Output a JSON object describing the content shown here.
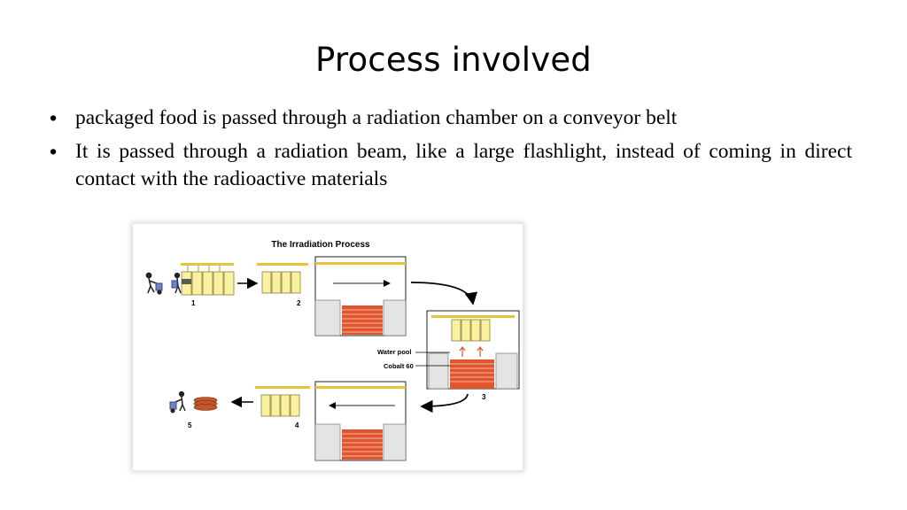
{
  "slide": {
    "title": "Process involved",
    "bullets": [
      {
        "marker": "•",
        "text": "packaged food is passed through a radiation chamber on a conveyor belt"
      },
      {
        "marker": "•",
        "text": "It is passed through a radiation beam, like a large flashlight, instead of coming in  direct contact with the radioactive materials"
      }
    ]
  },
  "figure": {
    "title": "The Irradiation Process",
    "labels": {
      "water_pool": "Water pool",
      "cobalt": "Cobalt 60"
    },
    "steps": [
      "1",
      "2",
      "3",
      "4",
      "5"
    ]
  },
  "colors": {
    "rail": "#e3c43a",
    "box_fill": "#f7f1a0",
    "box_stroke": "#8a7f3a",
    "source": "#e0552e",
    "source_line": "#ffd3c4",
    "wall": "#e4e4e4",
    "chamber_line": "#222222"
  }
}
